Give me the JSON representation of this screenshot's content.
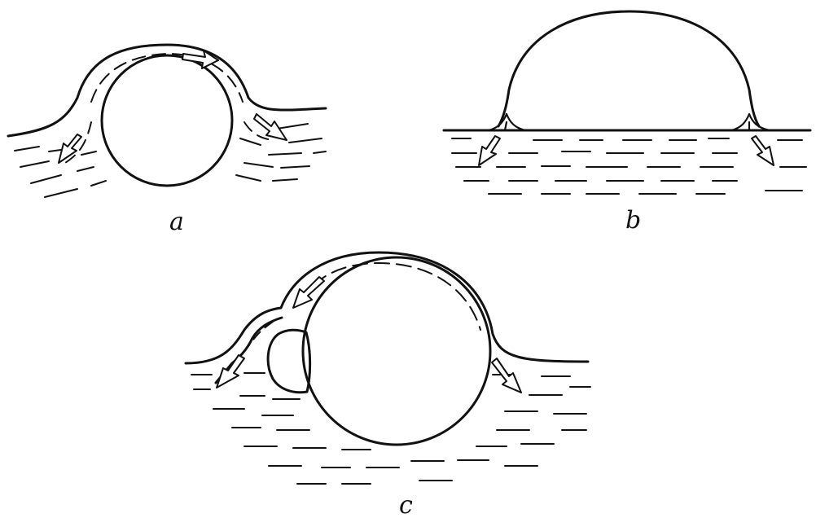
{
  "panels": [
    {
      "id": "a",
      "label": "a"
    },
    {
      "id": "b",
      "label": "b"
    },
    {
      "id": "c",
      "label": "c"
    }
  ],
  "colors": {
    "ink": "#111111",
    "background": "#ffffff"
  }
}
